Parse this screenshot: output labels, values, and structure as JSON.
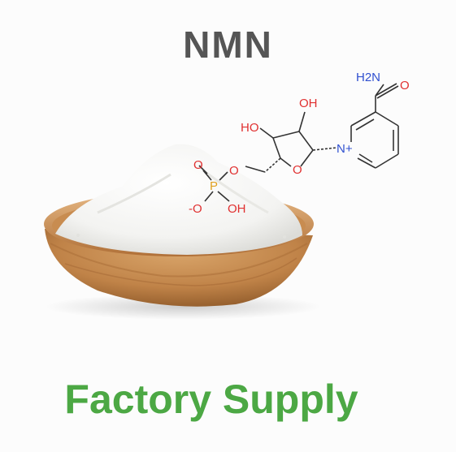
{
  "product": {
    "name": "NMN",
    "tagline": "Factory Supply"
  },
  "molecule": {
    "labels": {
      "h2n": "H2N",
      "o_amide": "O",
      "oh_top": "OH",
      "ho_left": "HO",
      "n_plus": "N+",
      "o_ring": "O",
      "o_ester": "O",
      "p": "P",
      "o_double": "O",
      "o_minus": "-O",
      "oh_p": "OH"
    }
  },
  "colors": {
    "title": "#555555",
    "tagline": "#4ca844",
    "oxygen": "#e03030",
    "nitrogen": "#3050d0",
    "phosphorus": "#e0a020",
    "bond": "#333333",
    "background": "#fcfcfc"
  }
}
